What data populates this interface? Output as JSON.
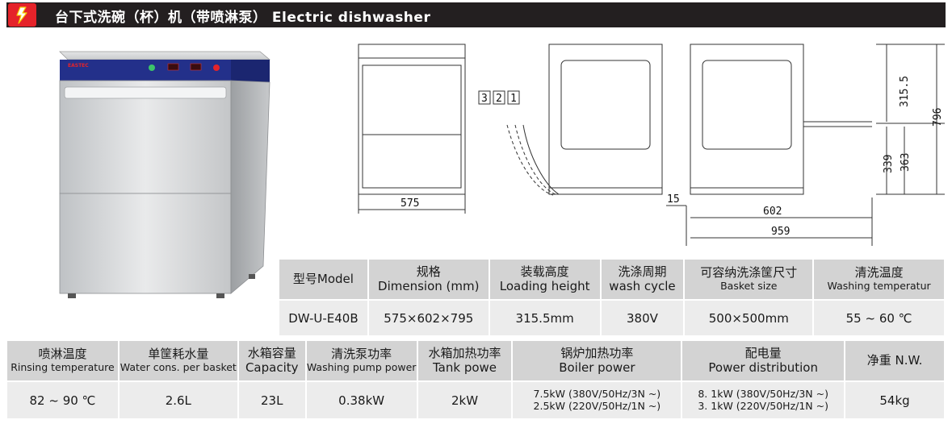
{
  "header": {
    "title": "台下式洗碗（杯）机（带喷淋泵） Electric dishwasher",
    "icon": "lightning-bolt-icon",
    "accent_color": "#e5232a",
    "bar_color": "#231f20"
  },
  "drawing": {
    "callouts": [
      "3",
      "2",
      "1"
    ],
    "dimensions": {
      "width_575": "575",
      "depth_602": "602",
      "total_959": "959",
      "offset_15": "15",
      "height_315": "315.5",
      "height_796": "796",
      "height_339": "339",
      "height_363": "363"
    }
  },
  "spec_table_1": {
    "headers": [
      {
        "cn": "型号Model",
        "en": ""
      },
      {
        "cn": "规格",
        "en": "Dimension (mm)"
      },
      {
        "cn": "装载高度",
        "en": "Loading height"
      },
      {
        "cn": "洗涤周期",
        "en": "wash cycle"
      },
      {
        "cn": "可容纳洗涤筐尺寸",
        "en": "Basket size"
      },
      {
        "cn": "清洗温度",
        "en": "Washing temperatur"
      }
    ],
    "row": [
      "DW-U-E40B",
      "575×602×795",
      "315.5mm",
      "380V",
      "500×500mm",
      "55 ~ 60 ℃"
    ]
  },
  "spec_table_2": {
    "headers": [
      {
        "cn": "喷淋温度",
        "en": "Rinsing temperature"
      },
      {
        "cn": "单筐耗水量",
        "en": "Water cons. per basket"
      },
      {
        "cn": "水箱容量",
        "en": "Capacity"
      },
      {
        "cn": "清洗泵功率",
        "en": "Washing pump power"
      },
      {
        "cn": "水箱加热功率",
        "en": "Tank powe"
      },
      {
        "cn": "锅炉加热功率",
        "en": "Boiler power"
      },
      {
        "cn": "配电量",
        "en": "Power distribution"
      },
      {
        "cn": "净重 N.W.",
        "en": ""
      }
    ],
    "row": [
      "82 ~ 90 ℃",
      "2.6L",
      "23L",
      "0.38kW",
      "2kW",
      "7.5kW (380V/50Hz/3N ~)",
      "8. 1kW (380V/50Hz/3N ~)",
      "54kg"
    ],
    "row_line2": {
      "boiler": "2.5kW (220V/50Hz/1N ~)",
      "power": "3. 1kW (220V/50Hz/1N ~)"
    }
  }
}
